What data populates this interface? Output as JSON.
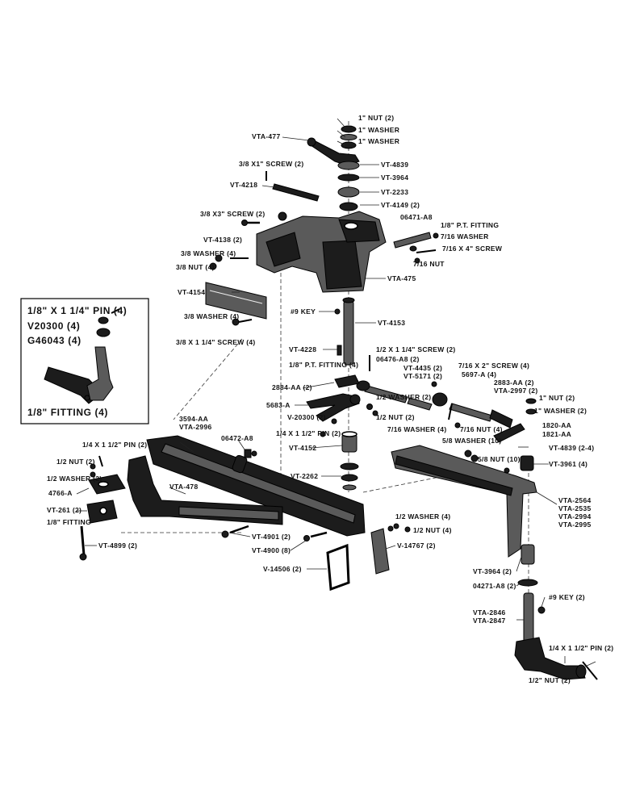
{
  "labels": {
    "nut_1in": "1\" NUT (2)",
    "washer_1in_a": "1\" WASHER",
    "washer_1in_b": "1\" WASHER",
    "vta477": "VTA-477",
    "vt4839": "VT-4839",
    "screw_3_8x1": "3/8 X1\" SCREW (2)",
    "vt3964_top": "VT-3964",
    "vt4218": "VT-4218",
    "vt2233": "VT-2233",
    "vt4149": "VT-4149 (2)",
    "screw_3_8x3": "3/8 X3\" SCREW (2)",
    "n06471_a8": "06471-A8",
    "pt_fitting_top": "1/8\" P.T. FITTING",
    "washer_7_16": "7/16 WASHER",
    "vt4138": "VT-4138 (2)",
    "screw_7_16x4": "7/16 X 4\" SCREW",
    "washer_4_left": "3/8 WASHER (4)",
    "nut_7_16": "7/16 NUT",
    "nut_4_left": "3/8 NUT (4)",
    "vta475": "VTA-475",
    "vt4154": "VT-4154",
    "key_9": "#9 KEY",
    "washer_4_mid": "3/8 WASHER (4)",
    "vt4153": "VT-4153",
    "screw_3_8x1_1_4": "3/8 X 1 1/4\" SCREW (4)",
    "vt4228": "VT-4228",
    "screw_1_2x1_1_4": "1/2 X 1 1/4\" SCREW (2)",
    "n06476_a8": "06476-A8 (2)",
    "pt_fitting_4": "1/8\" P.T. FITTING (4)",
    "vt4435": "VT-4435 (2)",
    "vt5171": "VT-5171 (2)",
    "screw_7_16x2": "7/16 X 2\" SCREW (4)",
    "n5697a": "5697-A (4)",
    "n2884_aa": "2884-AA (2)",
    "n2883_aa": "2883-AA (2)",
    "vta2997": "VTA-2997 (2)",
    "washer_1_2_2": "1/2 WASHER (2)",
    "nut_1_2_2": "1/2 NUT (2)",
    "n5683a": "5683-A",
    "v20300_mid": "V-20300 (2)",
    "washer_7_16_4": "7/16 WASHER (4)",
    "nut_7_16_4": "7/16 NUT (4)",
    "nut_1in_2": "1\" NUT (2)",
    "washer_1in_2": "1\" WASHER (2)",
    "n1820aa": "1820-AA",
    "n1821aa": "1821-AA",
    "pin_1_4x1_1_2_mid": "1/4 X 1 1/2\" PIN (2)",
    "vt4152": "VT-4152",
    "washer_5_8_10": "5/8 WASHER (10)",
    "vt4839_24": "VT-4839 (2-4)",
    "nut_5_8_10": "5/8 NUT (10)",
    "vt3961": "VT-3961 (4)",
    "vt2262": "VT-2262",
    "n3594aa": "3594-AA",
    "vta2996": "VTA-2996",
    "n06472_a8": "06472-A8",
    "pin_1_4x1_1_2_left": "1/4 X 1 1/2\" PIN (2)",
    "nut_2_left": "1/2 NUT (2)",
    "washer_2_left": "1/2 WASHER (2)",
    "n4766a": "4766-A",
    "vta478": "VTA-478",
    "vt261": "VT-261 (2)",
    "fitting_left": "1/8\" FITTING",
    "vt4899": "VT-4899 (2)",
    "vt4901": "VT-4901 (2)",
    "vt4900": "VT-4900 (8)",
    "washer_4_bottom": "1/2 WASHER (4)",
    "nut_4_bottom": "1/2 NUT (4)",
    "v14767": "V-14767 (2)",
    "v14506": "V-14506 (2)",
    "vta2564": "VTA-2564",
    "vta2535": "VTA-2535",
    "vta2994": "VTA-2994",
    "vta2995": "VTA-2995",
    "vt3964_bottom": "VT-3964 (2)",
    "n04271_a8": "04271-A8 (2)",
    "key_9_2": "#9 KEY (2)",
    "vta2846": "VTA-2846",
    "vta2847": "VTA-2847",
    "pin_1_4x1_1_2_right": "1/4 X 1 1/2\" PIN (2)",
    "nut_2_right": "1/2\" NUT (2)"
  },
  "inset": {
    "pin": "1/8\" X 1 1/4\" PIN (4)",
    "v20300": "V20300 (4)",
    "g46043": "G46043 (4)",
    "fitting": "1/8\" FITTING (4)"
  }
}
